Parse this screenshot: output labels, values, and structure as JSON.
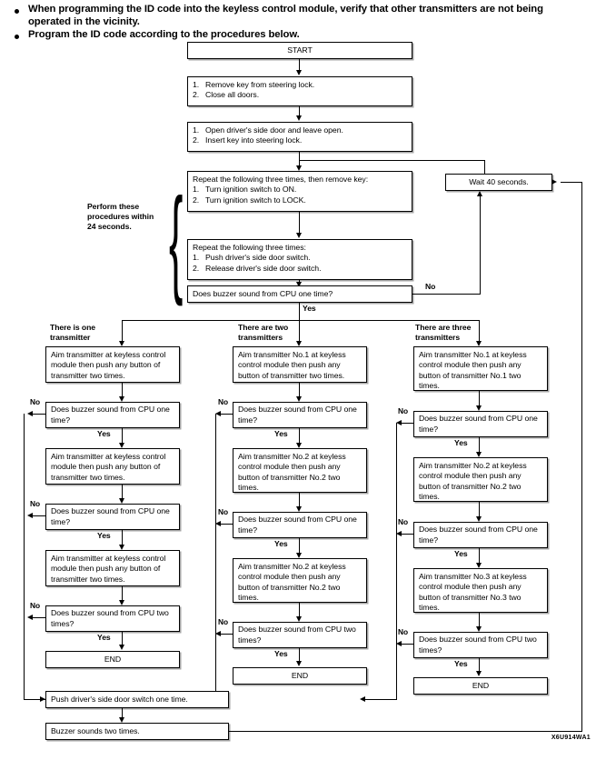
{
  "intro": {
    "bullets": [
      "When programming the ID code into the keyless control module, verify that other transmitters are not being operated in the vicinity.",
      "Program the ID code according to the procedures below."
    ]
  },
  "figure_code": "X6U914WA1",
  "flow": {
    "start": "START",
    "step1": {
      "line1": "Remove key from steering lock.",
      "line2": "Close all doors.",
      "n1": "1.",
      "n2": "2."
    },
    "step2": {
      "line1": "Open driver's side door and leave open.",
      "line2": "Insert key into steering lock.",
      "n1": "1.",
      "n2": "2."
    },
    "step3": {
      "head": "Repeat the following three times, then remove key:",
      "line1": "Turn ignition switch to ON.",
      "line2": "Turn ignition switch to LOCK.",
      "n1": "1.",
      "n2": "2."
    },
    "step4": {
      "head": "Repeat the following three times:",
      "line1": "Push driver's side door switch.",
      "line2": "Release driver's side door switch.",
      "n1": "1.",
      "n2": "2."
    },
    "bracket_label": "Perform these\nprocedures within\n24 seconds.",
    "decision_main": "Does buzzer sound from CPU one time?",
    "wait": "Wait 40 seconds.",
    "yes": "Yes",
    "no": "No",
    "push_door": "Push driver's side door switch one time.",
    "buzzer_two": "Buzzer sounds two times.",
    "end": "END"
  },
  "columns": [
    {
      "heading": "There is one\ntransmitter",
      "steps": [
        "Aim transmitter at keyless control module then push any button of transmitter two times.",
        "Aim transmitter at keyless control module then push any button of transmitter two times.",
        "Aim transmitter at keyless control module then push any button of transmitter two times."
      ],
      "decisions": [
        "Does buzzer sound from CPU one time?",
        "Does buzzer sound from CPU one time?",
        "Does buzzer sound from CPU two times?"
      ],
      "end": "END"
    },
    {
      "heading": "There are two\ntransmitters",
      "steps": [
        "Aim transmitter No.1 at keyless control module then push any button of transmitter two times.",
        "Aim transmitter No.2 at keyless control module then push any button of transmitter No.2 two times.",
        "Aim transmitter No.2 at keyless control module then push any button of transmitter No.2 two times."
      ],
      "decisions": [
        "Does buzzer sound from CPU one time?",
        "Does buzzer sound from CPU one time?",
        "Does buzzer sound from CPU two times?"
      ],
      "end": "END"
    },
    {
      "heading": "There are three\ntransmitters",
      "steps": [
        "Aim transmitter No.1 at keyless control module then push any button of transmitter No.1 two times.",
        "Aim transmitter No.2 at keyless control module then push any button of transmitter No.2 two times.",
        "Aim transmitter No.3 at keyless control module then push any button of transmitter No.3 two times."
      ],
      "decisions": [
        "Does buzzer sound from CPU one time?",
        "Does buzzer sound from CPU one time?",
        "Does buzzer sound from CPU two times?"
      ],
      "end": "END"
    }
  ]
}
